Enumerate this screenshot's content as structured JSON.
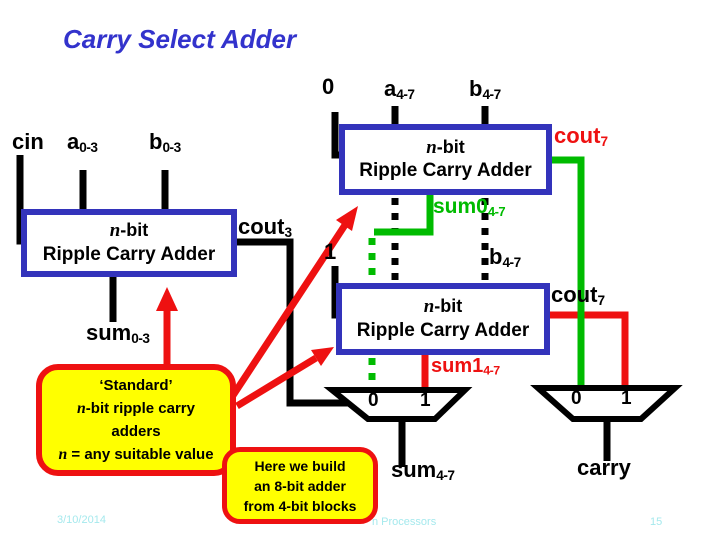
{
  "title": "Carry Select Adder",
  "colors": {
    "title_blue": "#3333cc",
    "box_blue": "#3333bb",
    "wire_black": "#000000",
    "wire_red": "#ee1111",
    "wire_green": "#00bb00",
    "note_yellow": "#ffff00",
    "footer_cyan": "#a5e9ed"
  },
  "adder": {
    "n": "n",
    "bit_suffix": "-bit",
    "line2": "Ripple Carry Adder"
  },
  "labels": {
    "cin": "cin",
    "a03": {
      "base": "a",
      "sub": "0-3"
    },
    "b03": {
      "base": "b",
      "sub": "0-3"
    },
    "cout3": {
      "base": "cout",
      "sub": "3"
    },
    "sum03": {
      "base": "sum",
      "sub": "0-3"
    },
    "zero": "0",
    "one": "1",
    "a47": {
      "base": "a",
      "sub": "4-7"
    },
    "b47_top": {
      "base": "b",
      "sub": "4-7"
    },
    "b47_mid": {
      "base": "b",
      "sub": "4-7"
    },
    "cout7_top": {
      "base": "cout",
      "sub": "7"
    },
    "cout7_mid": {
      "base": "cout",
      "sub": "7"
    },
    "sum0_47": {
      "base": "sum0",
      "sub": "4-7"
    },
    "sum1_47": {
      "base": "sum1",
      "sub": "4-7"
    },
    "sum47": {
      "base": "sum",
      "sub": "4-7"
    },
    "carry": "carry",
    "mux0": "0",
    "mux1": "1"
  },
  "notes": {
    "standard": {
      "line1": "‘Standard’",
      "line2_n": "n",
      "line2_rest": "-bit ripple carry",
      "line3": "adders",
      "line4_n": "n",
      "line4_rest": " = any suitable value"
    },
    "build": {
      "line1": "Here we build",
      "line2": "an 8-bit adder",
      "line3": "from 4-bit blocks"
    }
  },
  "footer": {
    "date": "3/10/2014",
    "center_visible": "n Processors",
    "page": "15"
  }
}
